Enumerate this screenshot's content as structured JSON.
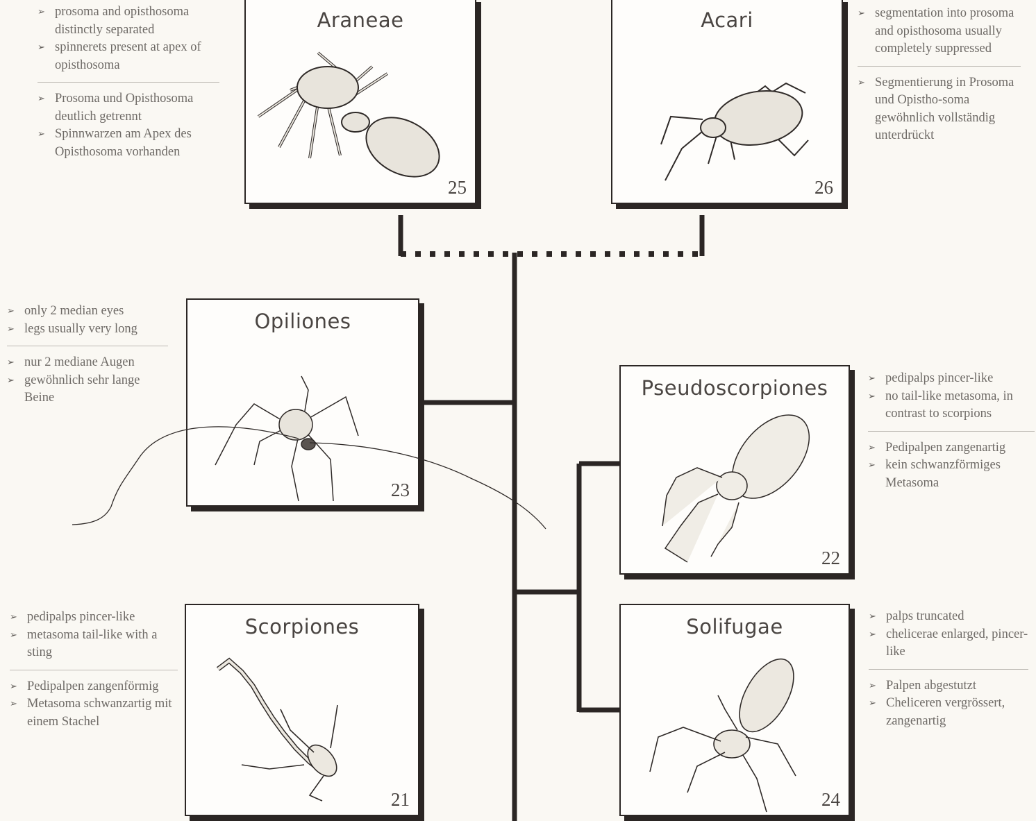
{
  "taxa": {
    "araneae": {
      "name": "Araneae",
      "number": "25"
    },
    "acari": {
      "name": "Acari",
      "number": "26"
    },
    "opiliones": {
      "name": "Opiliones",
      "number": "23"
    },
    "pseudoscorpiones": {
      "name": "Pseudoscorpiones",
      "number": "22"
    },
    "scorpiones": {
      "name": "Scorpiones",
      "number": "21"
    },
    "solifugae": {
      "name": "Solifugae",
      "number": "24"
    }
  },
  "notes": {
    "araneae": {
      "en": [
        "prosoma and opisthosoma distinctly separated",
        "spinnerets present at apex of opisthosoma"
      ],
      "de": [
        "Prosoma und Opisthosoma deutlich getrennt",
        "Spinnwarzen am Apex des Opisthosoma vorhanden"
      ]
    },
    "acari": {
      "en": [
        "segmentation into prosoma and opisthosoma usually completely suppressed"
      ],
      "de": [
        "Segmentierung in Prosoma und Opistho-soma gewöhnlich vollständig unterdrückt"
      ]
    },
    "opiliones": {
      "en": [
        "only 2 median eyes",
        "legs usually very long"
      ],
      "de": [
        "nur 2 mediane Augen",
        "gewöhnlich sehr lange Beine"
      ]
    },
    "pseudoscorpiones": {
      "en": [
        "pedipalps pincer-like",
        "no tail-like metasoma, in contrast to scorpions"
      ],
      "de": [
        "Pedipalpen zangenartig",
        "kein schwanzförmiges Metasoma"
      ]
    },
    "scorpiones": {
      "en": [
        "pedipalps pincer-like",
        "metasoma tail-like with a sting"
      ],
      "de": [
        "Pedipalpen zangenförmig",
        "Metasoma schwanzartig mit einem Stachel"
      ]
    },
    "solifugae": {
      "en": [
        "palps truncated",
        "chelicerae enlarged, pincer-like"
      ],
      "de": [
        "Palpen abgestutzt",
        "Cheliceren vergrössert, zangenartig"
      ]
    }
  },
  "colors": {
    "line": "#2b2624",
    "text": "#6e6a66",
    "card": "#fefdfb"
  }
}
